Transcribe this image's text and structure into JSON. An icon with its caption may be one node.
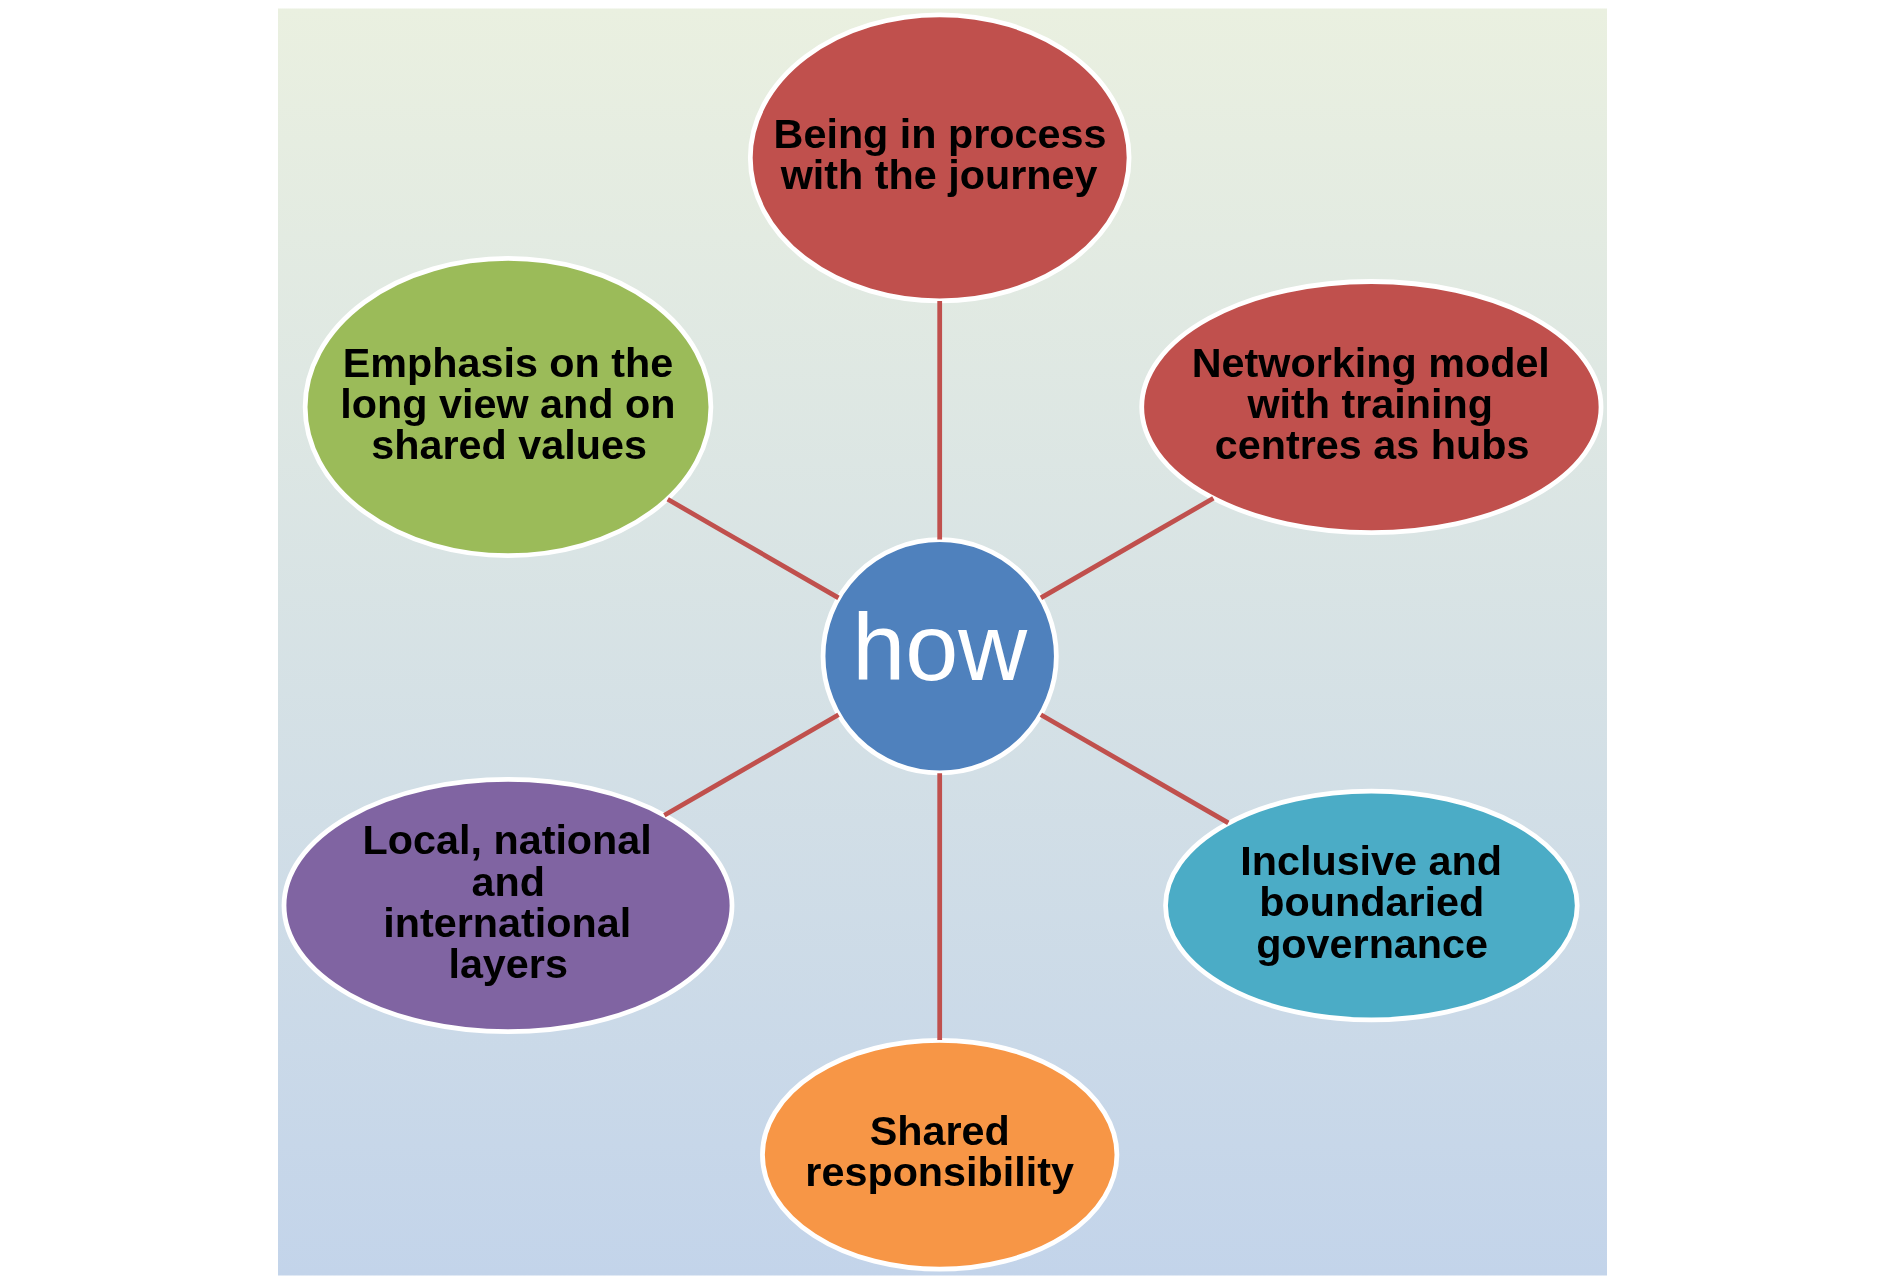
{
  "diagram": {
    "nodes": [
      {
        "text": [
          "Networking model with training centres as hubs"
        ]
      },
      {
        "text": [
          "Being in process with the journey"
        ]
      },
      {
        "text": [
          "Emphasis on the long view and on shared values"
        ]
      },
      {
        "text": [
          "how"
        ]
      },
      {
        "text": [
          "Local, national and international layers"
        ]
      },
      {
        "text": [
          "Shared responsibility"
        ]
      },
      {
        "text": [
          "Inclusive and boundaried governance"
        ]
      }
    ],
    "edges": [
      {
        "from": 3,
        "to": 1,
        "arrow": "none"
      },
      {
        "from": 3,
        "to": 0,
        "arrow": "none"
      },
      {
        "from": 3,
        "to": 2,
        "arrow": "none"
      },
      {
        "from": 3,
        "to": 4,
        "arrow": "none"
      },
      {
        "from": 3,
        "to": 6,
        "arrow": "none"
      },
      {
        "from": 3,
        "to": 5,
        "arrow": "none"
      }
    ]
  }
}
